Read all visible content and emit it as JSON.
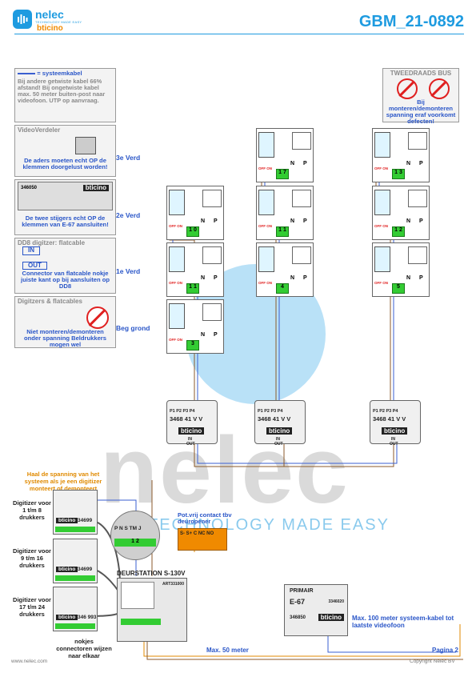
{
  "header": {
    "brand": "nelec",
    "tagline": "TECHNOLOGY MADE EASY",
    "sub_brand": "bticino",
    "doc_code": "GBM_21-0892"
  },
  "legend": {
    "systeemkabel_label": "= systeemkabel",
    "twisted_note": "Bij andere getwiste kabel 66% afstand! Bij ongetwiste kabel max. 50 meter buiten-post naar videofoon. UTP op aanvraag."
  },
  "info_boxes": {
    "videoverdeler_title": "VideoVerdeler",
    "videoverdeler_note": "De aders moeten echt OP de klemmen doorgelust worden!",
    "part_346050": "346050",
    "stijgers_note": "De twee stijgers echt OP de klemmen van E-67 aansluiten!",
    "dd8_title": "DD8 digitzer: flatcable",
    "in_label": "IN",
    "out_label": "OUT",
    "dd8_note": "Connector van flatcable nokje juiste kant op bij aansluiten op DD8",
    "digitizers_title": "Digitzers & flatcables",
    "digitizers_note": "Niet monteren/demonteren onder spanning Beldrukkers mogen wel"
  },
  "bus_warning": {
    "title": "TWEEDRAADS BUS",
    "note": "Bij monteren/demonteren spanning eraf voorkomt defecten!"
  },
  "floors": [
    "3e Verd",
    "2e Verd",
    "1e Verd",
    "Beg grond"
  ],
  "monitor": {
    "off_on": "OFF ON",
    "n": "N",
    "p": "P"
  },
  "apartments": [
    "1 0",
    "1 1",
    "3",
    "1 7",
    "1 1",
    "4",
    "1 3",
    "1 2",
    "5"
  ],
  "distributors": {
    "ports": "P1 P2 P3 P4",
    "model": "3468 41",
    "vv": "V V",
    "in": "IN",
    "out": "OUT"
  },
  "power_warning": "Haal de spanning van het systeem als je een digitizer monteert of demonteert",
  "digitizers": [
    {
      "label": "Digitizer voor 1 t/m 8 drukkers",
      "model": "34699"
    },
    {
      "label": "Digitizer voor 9 t/m 16 drukkers",
      "model": "34699"
    },
    {
      "label": "Digitizer voor 17 t/m 24 drukkers",
      "model": "346 993"
    }
  ],
  "nokjes_note": "nokjes connectoren wijzen naar elkaar",
  "terminal_labels": "P N S TM J",
  "terminal_numbers": "1 2",
  "door_station": "DEURSTATION S-130V",
  "door_station_part": "ART331000",
  "contact": {
    "title": "Pot.vrij contact tbv deuropener",
    "terminals": "S- S+ C NC NO"
  },
  "e67": {
    "primair": "PRIMAIR",
    "model": "E-67",
    "part": "346850",
    "part2": "3346020",
    "brand": "bticino"
  },
  "notes": {
    "max50": "Max. 50 meter",
    "max100": "Max. 100 meter systeem-kabel tot laatste videofoon",
    "page": "Pagina 2"
  },
  "footer": {
    "website": "www.nelec.com",
    "copyright": "Copyright Nelec BV"
  },
  "colors": {
    "accent": "#1e9be0",
    "cable_brown": "#8b5a2b",
    "cable_blue": "#3a5fd0",
    "cable_orange": "#e08a00",
    "green_terminal": "#33cc33",
    "warning_red": "#e02020"
  }
}
